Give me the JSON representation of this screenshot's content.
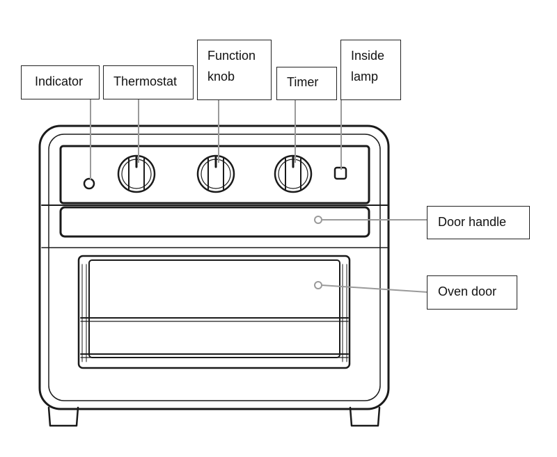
{
  "callouts": {
    "indicator": "Indicator",
    "thermostat": "Thermostat",
    "function_knob": [
      "Function",
      "knob"
    ],
    "timer": "Timer",
    "inside_lamp": [
      "Inside",
      "lamp"
    ],
    "door_handle": "Door handle",
    "oven_door": "Oven door"
  }
}
